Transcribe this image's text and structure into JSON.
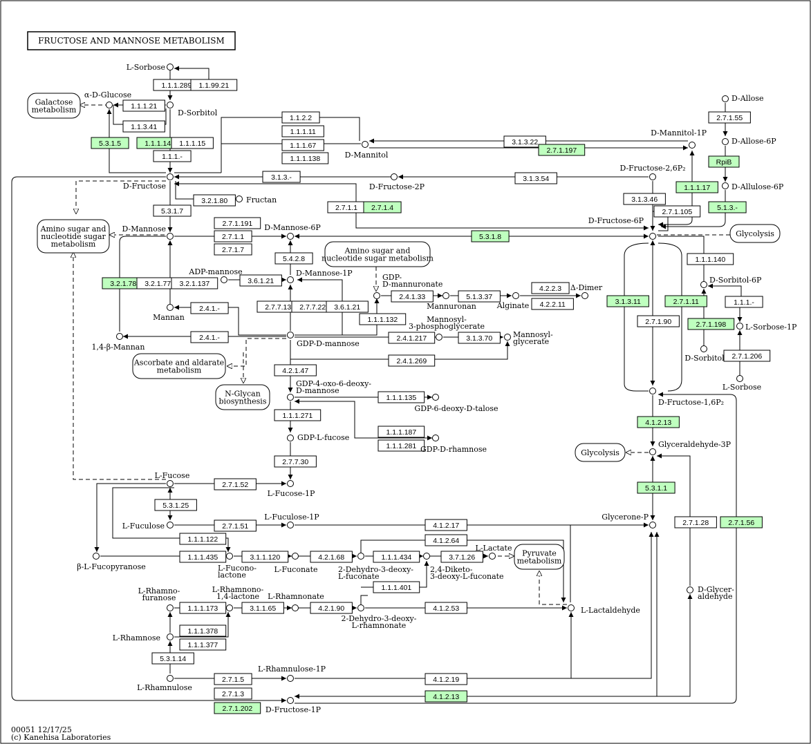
{
  "title": "FRUCTOSE AND MANNOSE METABOLISM",
  "footer": {
    "line1": "00051 12/17/25",
    "line2": "(c) Kanehisa Laboratories"
  },
  "colors": {
    "highlight": "#bfffbf",
    "plain": "#ffffff",
    "stroke": "#000000"
  },
  "maps": [
    {
      "id": "galactose",
      "label": [
        "Galactose",
        "metabolism"
      ]
    },
    {
      "id": "amino1",
      "label": [
        "Amino sugar and",
        "nucleotide sugar",
        "metabolism"
      ]
    },
    {
      "id": "amino2",
      "label": [
        "Amino sugar and",
        "nucleotide sugar metabolism"
      ]
    },
    {
      "id": "ascorbate",
      "label": [
        "Ascorbate and aldarate",
        "metabolism"
      ]
    },
    {
      "id": "nglycan",
      "label": [
        "N-Glycan",
        "biosynthesis"
      ]
    },
    {
      "id": "glyco1",
      "label": [
        "Glycolysis"
      ]
    },
    {
      "id": "glyco2",
      "label": [
        "Glycolysis"
      ]
    },
    {
      "id": "pyruvate",
      "label": [
        "Pyruvate",
        "metabolism"
      ]
    }
  ],
  "compounds": [
    {
      "id": "lsorbose_top",
      "label": [
        "L-Sorbose"
      ]
    },
    {
      "id": "adglucose",
      "label": [
        "α-D-Glucose"
      ]
    },
    {
      "id": "dsorbitol_top",
      "label": [
        "D-Sorbitol"
      ]
    },
    {
      "id": "dfructose",
      "label": [
        "D-Fructose"
      ]
    },
    {
      "id": "fructan",
      "label": [
        "Fructan"
      ]
    },
    {
      "id": "dmannitol",
      "label": [
        "D-Mannitol"
      ]
    },
    {
      "id": "dfructose2p",
      "label": [
        "D-Fructose-2P"
      ]
    },
    {
      "id": "dmannose",
      "label": [
        "D-Mannose"
      ]
    },
    {
      "id": "dmannose6p",
      "label": [
        "D-Mannose-6P"
      ]
    },
    {
      "id": "adpmannose",
      "label": [
        "ADP-mannose"
      ]
    },
    {
      "id": "dmannose1p",
      "label": [
        "D-Mannose-1P"
      ]
    },
    {
      "id": "mannan",
      "label": [
        "Mannan"
      ]
    },
    {
      "id": "bmannan",
      "label": [
        "1,4-β-Mannan"
      ]
    },
    {
      "id": "gdpmannose",
      "label": [
        "GDP-D-mannose"
      ]
    },
    {
      "id": "gdpmannuronate",
      "label": [
        "GDP-",
        "D-mannuronate"
      ]
    },
    {
      "id": "mannuronan",
      "label": [
        "Mannuronan"
      ]
    },
    {
      "id": "alginate",
      "label": [
        "Alginate"
      ]
    },
    {
      "id": "ddimer",
      "label": [
        "Δ-Dimer"
      ]
    },
    {
      "id": "mannosyl3pg",
      "label": [
        "Mannosyl-",
        "3-phosphoglycerate"
      ]
    },
    {
      "id": "mannosylglycerate",
      "label": [
        "Mannosyl-",
        "glycerate"
      ]
    },
    {
      "id": "gdp4oxo",
      "label": [
        "GDP-4-oxo-6-deoxy-",
        "D-mannose"
      ]
    },
    {
      "id": "gdp6dtalose",
      "label": [
        "GDP-6-deoxy-D-talose"
      ]
    },
    {
      "id": "gdplfucose",
      "label": [
        "GDP-L-fucose"
      ]
    },
    {
      "id": "gdpdrhamnose",
      "label": [
        "GDP-D-rhamnose"
      ]
    },
    {
      "id": "lfucose",
      "label": [
        "L-Fucose"
      ]
    },
    {
      "id": "lfucose1p",
      "label": [
        "L-Fucose-1P"
      ]
    },
    {
      "id": "lfuculose",
      "label": [
        "L-Fuculose"
      ]
    },
    {
      "id": "lfuculose1p",
      "label": [
        "L-Fuculose-1P"
      ]
    },
    {
      "id": "blfucopyranose",
      "label": [
        "β-L-Fucopyranose"
      ]
    },
    {
      "id": "lfuconolactone",
      "label": [
        "L-Fucono-",
        "lactone"
      ]
    },
    {
      "id": "lfuconate",
      "label": [
        "L-Fuconate"
      ]
    },
    {
      "id": "dehydrofuconate",
      "label": [
        "2-Dehydro-3-deoxy-",
        "L-fuconate"
      ]
    },
    {
      "id": "diketo",
      "label": [
        "2,4-Diketo-",
        "3-deoxy-L-fuconate"
      ]
    },
    {
      "id": "llactate",
      "label": [
        "L-Lactate"
      ]
    },
    {
      "id": "llactaldehyde",
      "label": [
        "L-Lactaldehyde"
      ]
    },
    {
      "id": "lrhamnofuranose",
      "label": [
        "L-Rhamno-",
        "furanose"
      ]
    },
    {
      "id": "lrhamnolactone",
      "label": [
        "L-Rhamnono-",
        "1,4-lactone"
      ]
    },
    {
      "id": "lrhamnonate",
      "label": [
        "L-Rhamnonate"
      ]
    },
    {
      "id": "dehydrorhamnonate",
      "label": [
        "2-Dehydro-3-deoxy-",
        "L-rhamnonate"
      ]
    },
    {
      "id": "lrhamnose",
      "label": [
        "L-Rhamnose"
      ]
    },
    {
      "id": "lrhamnulose",
      "label": [
        "L-Rhamnulose"
      ]
    },
    {
      "id": "lrhamnulose1p",
      "label": [
        "L-Rhamnulose-1P"
      ]
    },
    {
      "id": "dfructose1p",
      "label": [
        "D-Fructose-1P"
      ]
    },
    {
      "id": "dallose",
      "label": [
        "D-Allose"
      ]
    },
    {
      "id": "dallose6p",
      "label": [
        "D-Allose-6P"
      ]
    },
    {
      "id": "dallulose6p",
      "label": [
        "D-Allulose-6P"
      ]
    },
    {
      "id": "dmannitol1p",
      "label": [
        "D-Mannitol-1P"
      ]
    },
    {
      "id": "dfructose26p2",
      "label": [
        "D-Fructose-2,6P₂"
      ]
    },
    {
      "id": "dfructose6p",
      "label": [
        "D-Fructose-6P"
      ]
    },
    {
      "id": "dsorbitol6p",
      "label": [
        "D-Sorbitol-6P"
      ]
    },
    {
      "id": "lsorbose1p",
      "label": [
        "L-Sorbose-1P"
      ]
    },
    {
      "id": "dsorbitol_right",
      "label": [
        "D-Sorbitol"
      ]
    },
    {
      "id": "lsorbose_right",
      "label": [
        "L-Sorbose"
      ]
    },
    {
      "id": "dfructose16p2",
      "label": [
        "D-Fructose-1,6P₂"
      ]
    },
    {
      "id": "glyceraldehyde3p",
      "label": [
        "Glyceraldehyde-3P"
      ]
    },
    {
      "id": "glyceronep",
      "label": [
        "Glycerone-P"
      ]
    },
    {
      "id": "dglyceraldehyde",
      "label": [
        "D-Glycer-",
        "aldehyde"
      ]
    }
  ],
  "enzymes": [
    {
      "label": "1.1.1.289",
      "hl": false
    },
    {
      "label": "1.1.99.21",
      "hl": false
    },
    {
      "label": "1.1.1.21",
      "hl": false
    },
    {
      "label": "1.1.3.41",
      "hl": false
    },
    {
      "label": "5.3.1.5",
      "hl": true
    },
    {
      "label": "1.1.1.14",
      "hl": true
    },
    {
      "label": "1.1.1.15",
      "hl": false
    },
    {
      "label": "1.1.1.-",
      "hl": false
    },
    {
      "label": "1.1.2.2",
      "hl": false
    },
    {
      "label": "1.1.1.11",
      "hl": false
    },
    {
      "label": "1.1.1.67",
      "hl": false
    },
    {
      "label": "1.1.1.138",
      "hl": false
    },
    {
      "label": "3.1.3.22",
      "hl": false
    },
    {
      "label": "2.7.1.197",
      "hl": true
    },
    {
      "label": "3.1.3.-",
      "hl": false
    },
    {
      "label": "3.1.3.54",
      "hl": false
    },
    {
      "label": "3.2.1.80",
      "hl": false
    },
    {
      "label": "5.3.1.7",
      "hl": false
    },
    {
      "label": "2.7.1.1",
      "hl": false
    },
    {
      "label": "2.7.1.4",
      "hl": true
    },
    {
      "label": "2.7.1.191",
      "hl": false
    },
    {
      "label": "2.7.1.1",
      "hl": false
    },
    {
      "label": "2.7.1.7",
      "hl": false
    },
    {
      "label": "5.3.1.8",
      "hl": true
    },
    {
      "label": "5.4.2.8",
      "hl": false
    },
    {
      "label": "3.6.1.21",
      "hl": false
    },
    {
      "label": "3.2.1.78",
      "hl": true
    },
    {
      "label": "3.2.1.77",
      "hl": false
    },
    {
      "label": "3.2.1.137",
      "hl": false
    },
    {
      "label": "2.4.1.-",
      "hl": false
    },
    {
      "label": "2.4.1.-",
      "hl": false
    },
    {
      "label": "2.7.7.13",
      "hl": false
    },
    {
      "label": "2.7.7.22",
      "hl": false
    },
    {
      "label": "3.6.1.21",
      "hl": false
    },
    {
      "label": "2.4.1.33",
      "hl": false
    },
    {
      "label": "5.1.3.37",
      "hl": false
    },
    {
      "label": "4.2.2.3",
      "hl": false
    },
    {
      "label": "4.2.2.11",
      "hl": false
    },
    {
      "label": "1.1.1.132",
      "hl": false
    },
    {
      "label": "2.4.1.217",
      "hl": false
    },
    {
      "label": "3.1.3.70",
      "hl": false
    },
    {
      "label": "2.4.1.269",
      "hl": false
    },
    {
      "label": "4.2.1.47",
      "hl": false
    },
    {
      "label": "1.1.1.135",
      "hl": false
    },
    {
      "label": "1.1.1.271",
      "hl": false
    },
    {
      "label": "1.1.1.187",
      "hl": false
    },
    {
      "label": "1.1.1.281",
      "hl": false
    },
    {
      "label": "2.7.7.30",
      "hl": false
    },
    {
      "label": "2.7.1.52",
      "hl": false
    },
    {
      "label": "5.3.1.25",
      "hl": false
    },
    {
      "label": "2.7.1.51",
      "hl": false
    },
    {
      "label": "4.1.2.17",
      "hl": false
    },
    {
      "label": "1.1.1.122",
      "hl": false
    },
    {
      "label": "4.1.2.64",
      "hl": false
    },
    {
      "label": "1.1.1.435",
      "hl": false
    },
    {
      "label": "3.1.1.120",
      "hl": false
    },
    {
      "label": "4.2.1.68",
      "hl": false
    },
    {
      "label": "1.1.1.434",
      "hl": false
    },
    {
      "label": "3.7.1.26",
      "hl": false
    },
    {
      "label": "1.1.1.401",
      "hl": false
    },
    {
      "label": "1.1.1.173",
      "hl": false
    },
    {
      "label": "3.1.1.65",
      "hl": false
    },
    {
      "label": "4.2.1.90",
      "hl": false
    },
    {
      "label": "4.1.2.53",
      "hl": false
    },
    {
      "label": "1.1.1.378",
      "hl": false
    },
    {
      "label": "1.1.1.377",
      "hl": false
    },
    {
      "label": "5.3.1.14",
      "hl": false
    },
    {
      "label": "2.7.1.5",
      "hl": false
    },
    {
      "label": "4.1.2.19",
      "hl": false
    },
    {
      "label": "2.7.1.3",
      "hl": false
    },
    {
      "label": "4.1.2.13",
      "hl": true
    },
    {
      "label": "2.7.1.202",
      "hl": true
    },
    {
      "label": "2.7.1.55",
      "hl": false
    },
    {
      "label": "RpiB",
      "hl": true
    },
    {
      "label": "5.1.3.-",
      "hl": true
    },
    {
      "label": "1.1.1.17",
      "hl": true
    },
    {
      "label": "3.1.3.46",
      "hl": false
    },
    {
      "label": "2.7.1.105",
      "hl": false
    },
    {
      "label": "1.1.1.140",
      "hl": false
    },
    {
      "label": "1.1.1.-",
      "hl": false
    },
    {
      "label": "3.1.3.11",
      "hl": true
    },
    {
      "label": "2.7.1.11",
      "hl": true
    },
    {
      "label": "2.7.1.90",
      "hl": false
    },
    {
      "label": "2.7.1.198",
      "hl": true
    },
    {
      "label": "2.7.1.206",
      "hl": false
    },
    {
      "label": "4.1.2.13",
      "hl": true
    },
    {
      "label": "5.3.1.1",
      "hl": true
    },
    {
      "label": "2.7.1.28",
      "hl": false
    },
    {
      "label": "2.7.1.56",
      "hl": true
    }
  ]
}
